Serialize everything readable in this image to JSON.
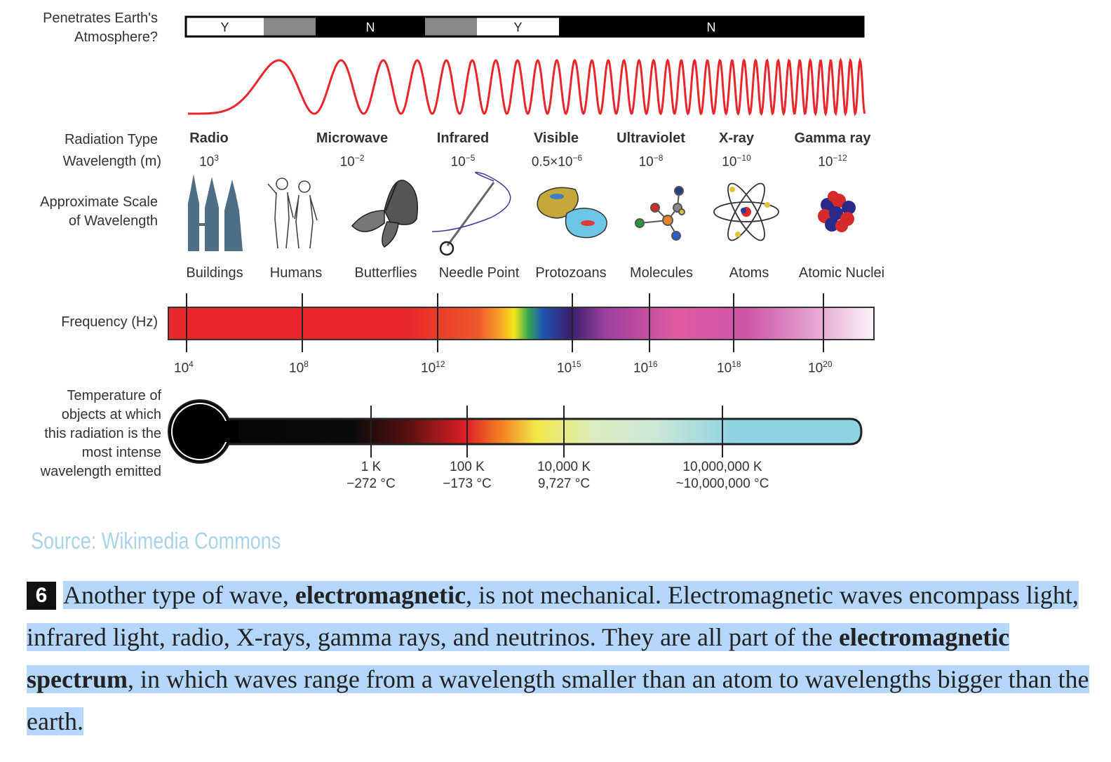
{
  "labels": {
    "atmosphere": "Penetrates Earth's\nAtmosphere?",
    "radiation_type": "Radiation Type",
    "wavelength": "Wavelength (m)",
    "scale": "Approximate Scale\nof Wavelength",
    "frequency": "Frequency (Hz)",
    "temperature": "Temperature of\nobjects at which\nthis radiation is the\nmost intense\nwavelength emitted"
  },
  "atmosphere_bar": [
    {
      "label": "Y",
      "fill": "#ffffff"
    },
    {
      "label": "",
      "fill": "#888888"
    },
    {
      "label": "N",
      "fill": "#000000"
    },
    {
      "label": "",
      "fill": "#888888"
    },
    {
      "label": "Y",
      "fill": "#ffffff"
    },
    {
      "label": "N",
      "fill": "#000000"
    }
  ],
  "radiation_types": [
    {
      "name": "Radio",
      "base": "10",
      "exp": "3"
    },
    {
      "name": "Microwave",
      "base": "10",
      "exp": "−2"
    },
    {
      "name": "Infrared",
      "base": "10",
      "exp": "−5"
    },
    {
      "name": "Visible",
      "base": "0.5×10",
      "exp": "−6"
    },
    {
      "name": "Ultraviolet",
      "base": "10",
      "exp": "−8"
    },
    {
      "name": "X-ray",
      "base": "10",
      "exp": "−10"
    },
    {
      "name": "Gamma ray",
      "base": "10",
      "exp": "−12"
    }
  ],
  "scale_items": [
    {
      "name": "Buildings",
      "icon": "buildings-icon"
    },
    {
      "name": "Humans",
      "icon": "humans-icon"
    },
    {
      "name": "Butterflies",
      "icon": "butterfly-icon"
    },
    {
      "name": "Needle Point",
      "icon": "needle-icon"
    },
    {
      "name": "Protozoans",
      "icon": "protozoan-icon"
    },
    {
      "name": "Molecules",
      "icon": "molecule-icon"
    },
    {
      "name": "Atoms",
      "icon": "atom-icon"
    },
    {
      "name": "Atomic Nuclei",
      "icon": "nucleus-icon"
    }
  ],
  "frequency_ticks": [
    {
      "base": "10",
      "exp": "4"
    },
    {
      "base": "10",
      "exp": "8"
    },
    {
      "base": "10",
      "exp": "12"
    },
    {
      "base": "10",
      "exp": "15"
    },
    {
      "base": "10",
      "exp": "16"
    },
    {
      "base": "10",
      "exp": "18"
    },
    {
      "base": "10",
      "exp": "20"
    }
  ],
  "temperature_ticks": [
    {
      "k": "1 K",
      "c": "−272 °C"
    },
    {
      "k": "100 K",
      "c": "−173 °C"
    },
    {
      "k": "10,000 K",
      "c": "9,727 °C"
    },
    {
      "k": "10,000,000 K",
      "c": "~10,000,000 °C"
    }
  ],
  "source": "Source: Wikimedia Commons",
  "paragraph": {
    "number": "6",
    "t1": "Another type of wave, ",
    "b1": "electromagnetic",
    "t2": ", is not mechanical. Electromagnetic waves encompass light, infrared light, radio, X-rays, gamma rays, and neutrinos. They are all part of the ",
    "b2": "electromagnetic spectrum",
    "t3": ", in which waves range from a wavelength smaller than an atom to wavelengths bigger than the earth."
  },
  "colors": {
    "wave": "#e8262b",
    "highlight": "#b4d7fb",
    "source": "#a9d3e6",
    "thermometer_cool": "#8fd2e2"
  }
}
